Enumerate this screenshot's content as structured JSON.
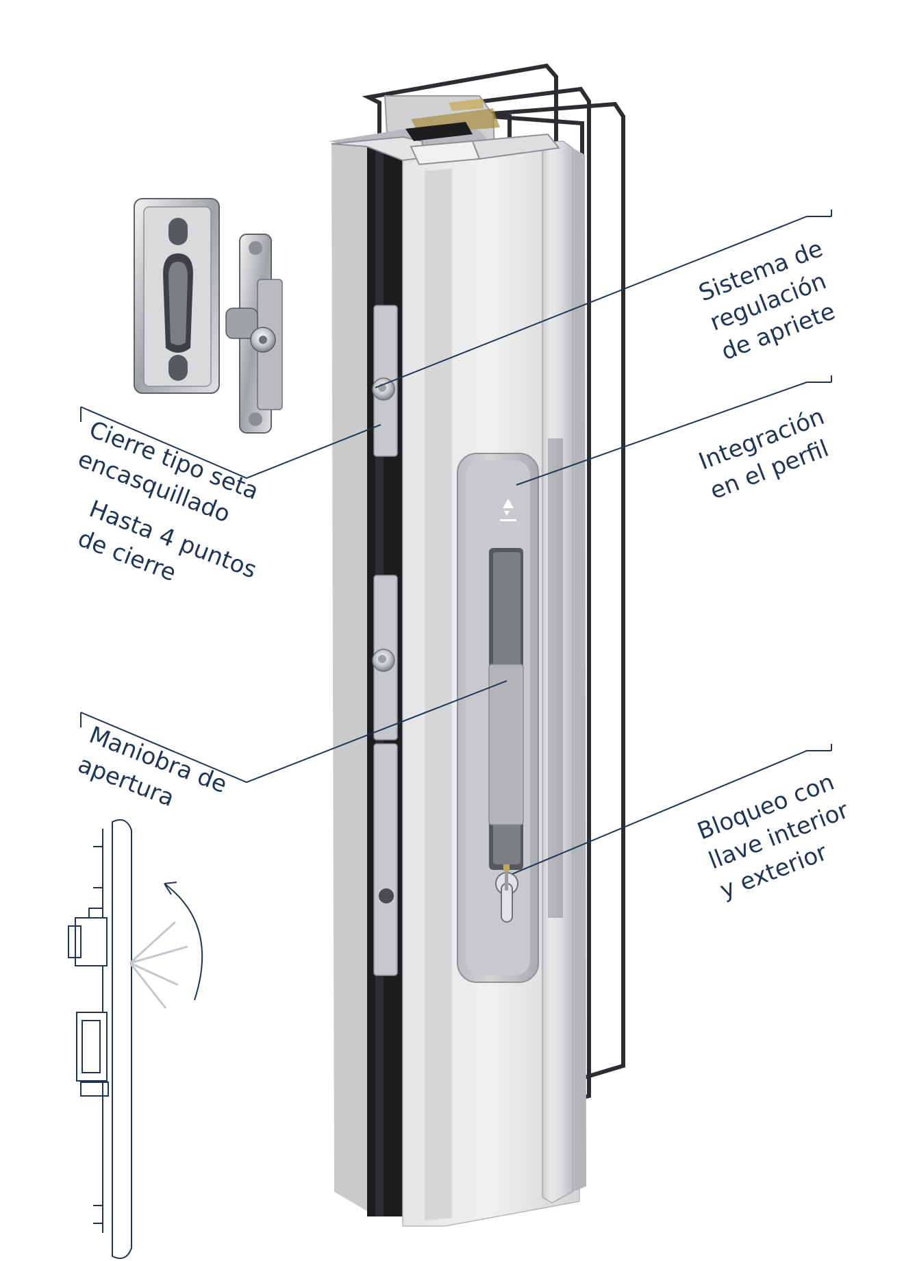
{
  "labels": {
    "sistema": [
      "Sistema de",
      "regulación",
      "de apriete"
    ],
    "integracion": [
      "Integración",
      "en el perfil"
    ],
    "bloqueo": [
      "Bloqueo con",
      "llave interior",
      "y exterior"
    ],
    "cierre": [
      "Cierre tipo seta",
      "encasquillado"
    ],
    "hasta": [
      "Hasta 4 puntos",
      "de cierre"
    ],
    "maniobra": [
      "Maniobra de",
      "apertura"
    ]
  },
  "colors": {
    "callout": "#1e3553",
    "aluminium": "#d9dadb",
    "gasket": "#1c1d1f",
    "glass_frame": "#2b2d30"
  }
}
